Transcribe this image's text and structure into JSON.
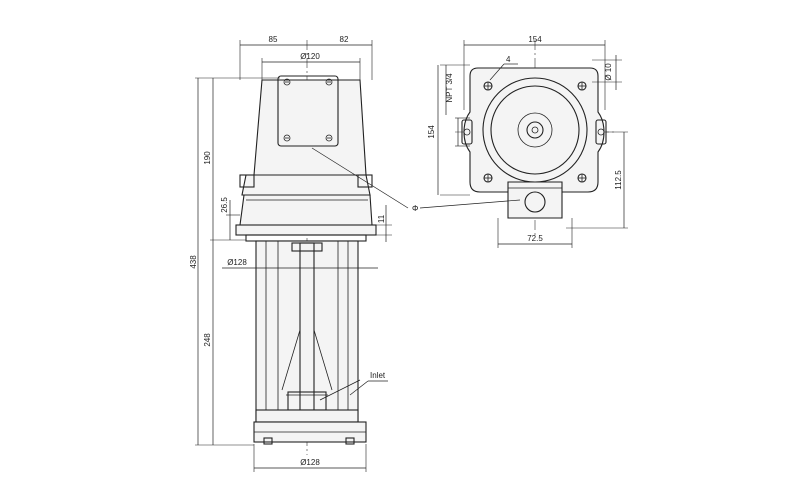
{
  "dimensions": {
    "top_left_width": "85",
    "top_right_width": "82",
    "motor_diameter": "Ø120",
    "height_upper": "190",
    "flange_height": "26.5",
    "total_height": "438",
    "collar_diameter": "Ø128",
    "lower_height": "248",
    "base_diameter": "Ø128",
    "flange_step": "11",
    "right_view_width": "154",
    "hole_count": "4",
    "hole_diameter": "Ø 10",
    "thread": "NPT 3/4",
    "right_view_height": "154",
    "right_lower_height": "112.5",
    "outlet_width": "72.5",
    "phi_symbol": "Φ"
  },
  "labels": {
    "inlet": "Inlet"
  }
}
